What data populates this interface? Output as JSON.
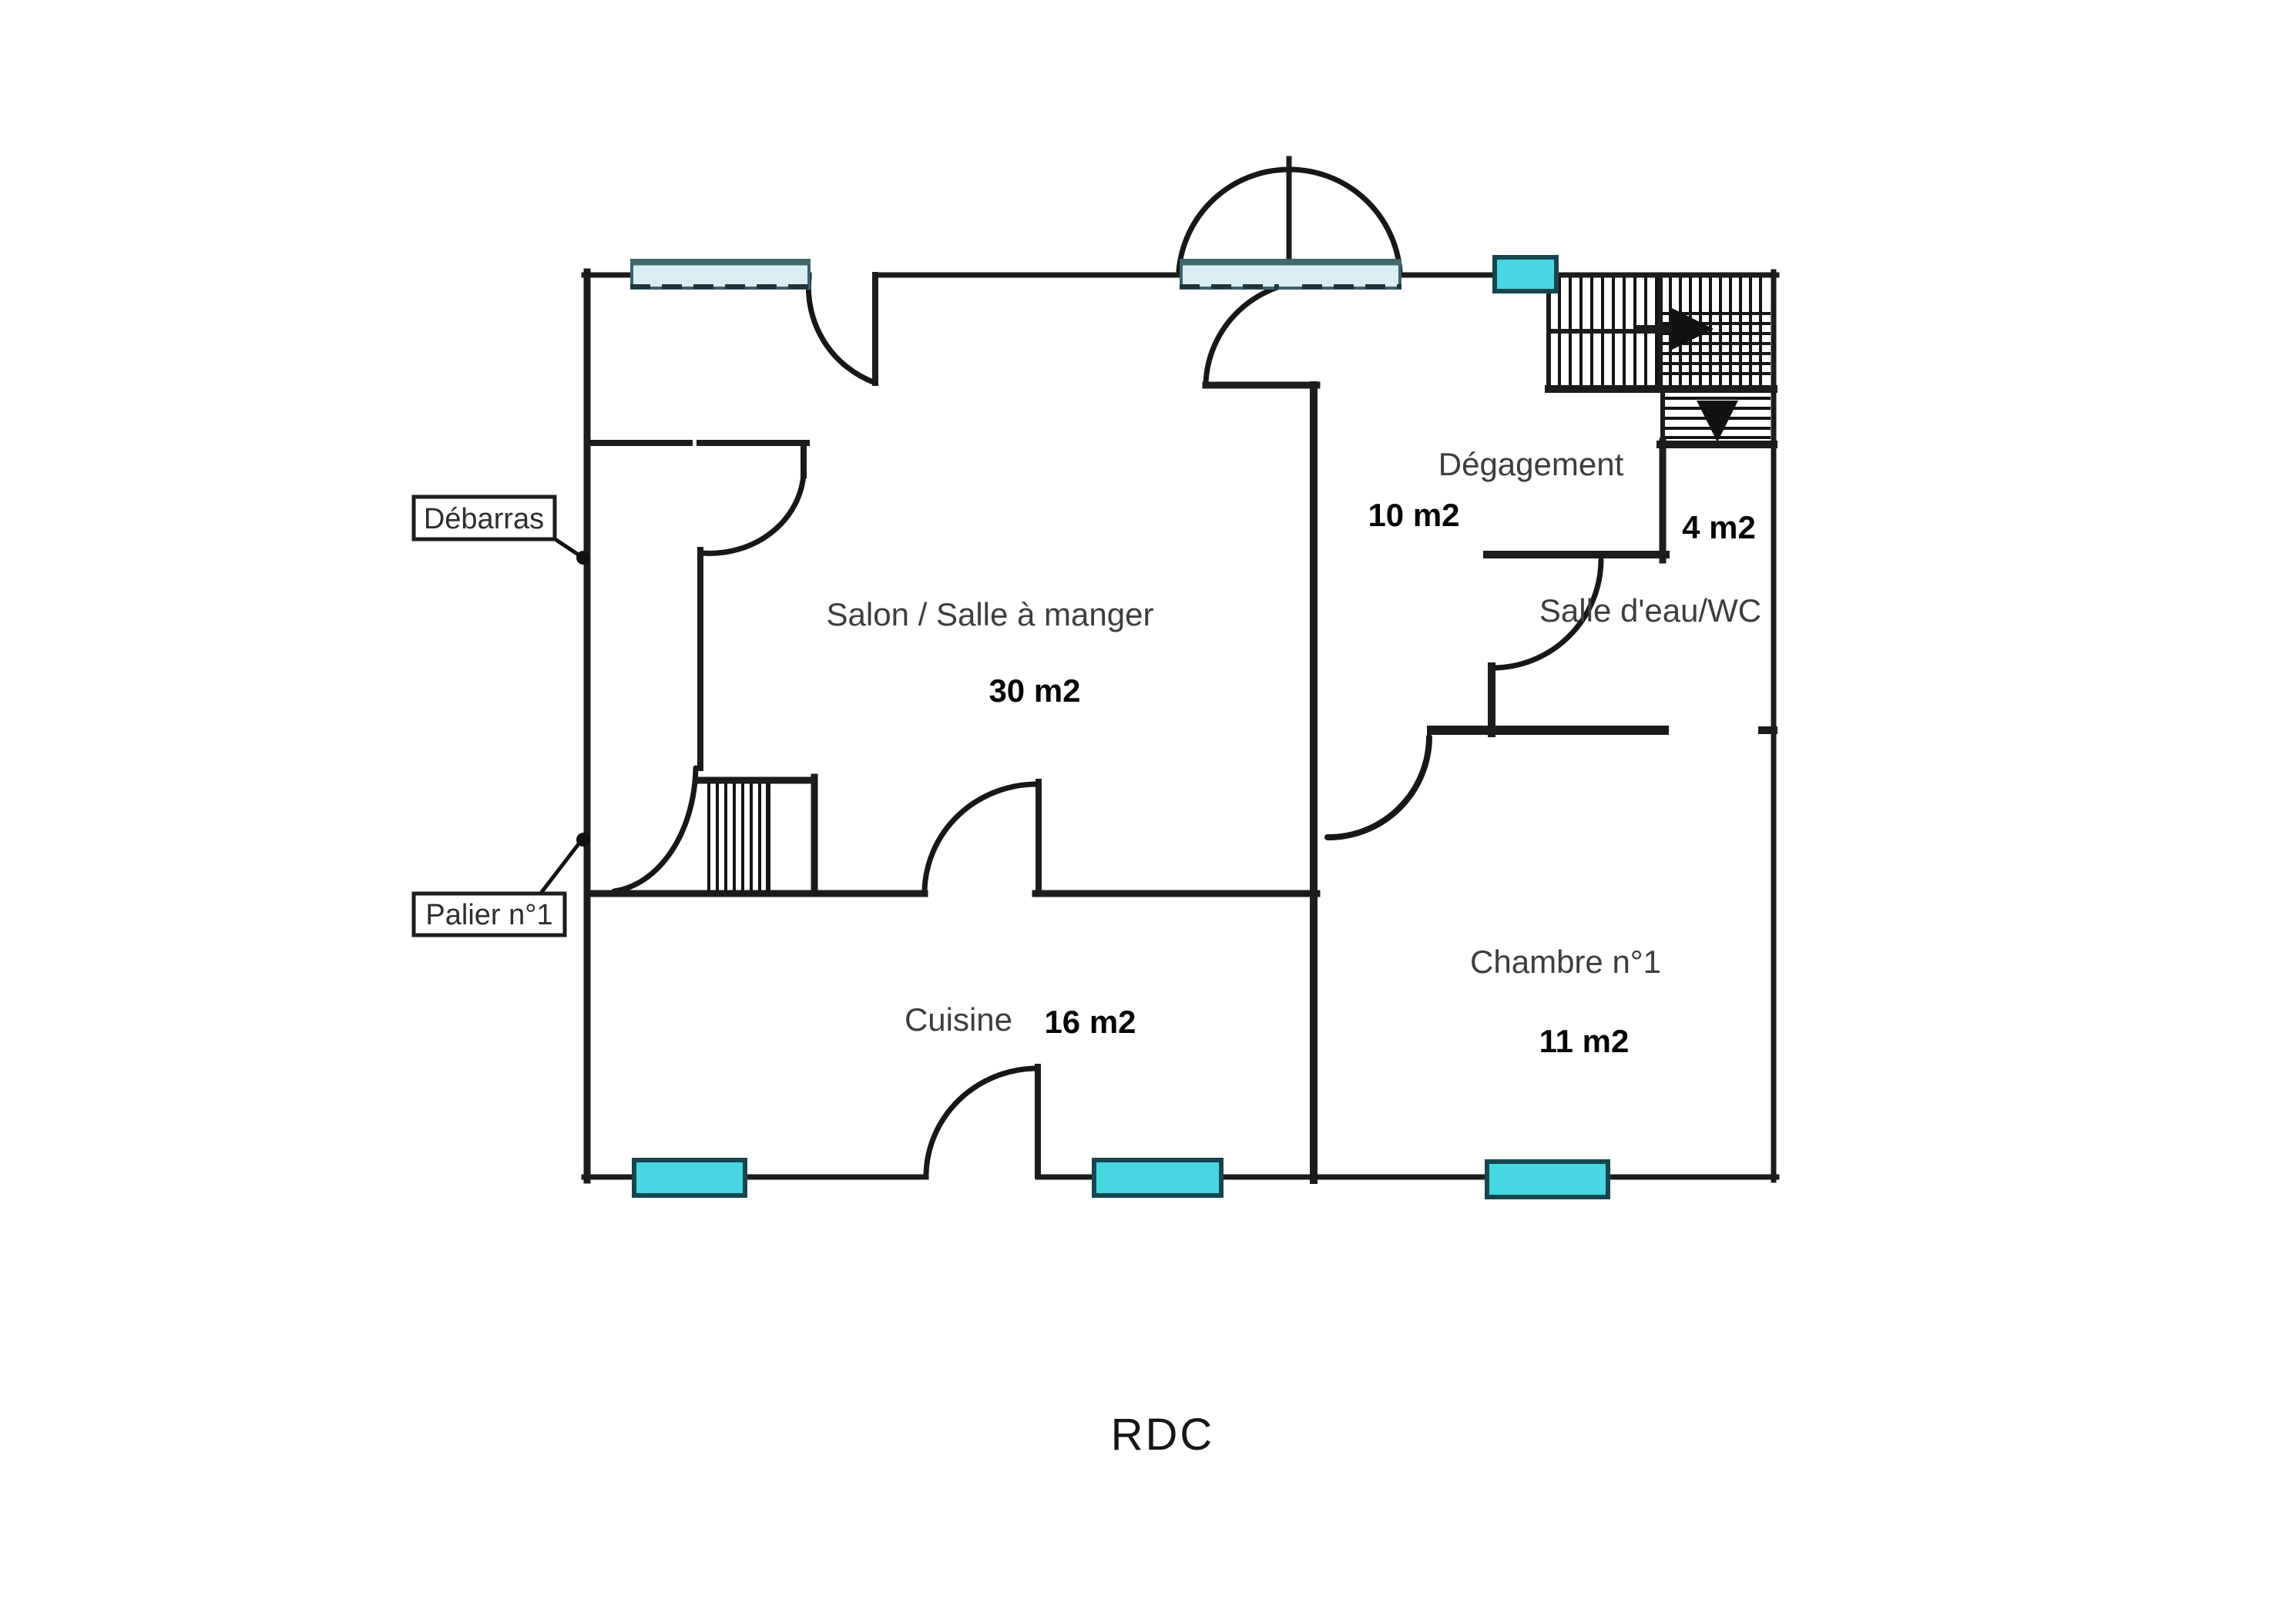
{
  "title": "RDC",
  "rooms": {
    "salon": {
      "name": "Salon / Salle à manger",
      "area": "30 m2"
    },
    "degagement": {
      "name": "Dégagement",
      "area": "10 m2"
    },
    "landing": {
      "name": "",
      "area": "4 m2"
    },
    "bathroom": {
      "name": "Salle d'eau/WC",
      "area": ""
    },
    "cuisine": {
      "name": "Cuisine",
      "area": "16 m2"
    },
    "chambre": {
      "name": "Chambre n°1",
      "area": "11 m2"
    }
  },
  "callouts": {
    "debarras": {
      "label": "Débarras"
    },
    "palier": {
      "label": "Palier n°1"
    }
  },
  "colors": {
    "wall": "#1c1c1c",
    "window_bright": "#46d7e2",
    "window_bright_border": "#17454e",
    "window_pale": "#d9eef2",
    "window_pale_border": "#3a626b"
  },
  "icons": {
    "stairs_up_arrow": "right",
    "stairs_down_arrow": "down"
  }
}
